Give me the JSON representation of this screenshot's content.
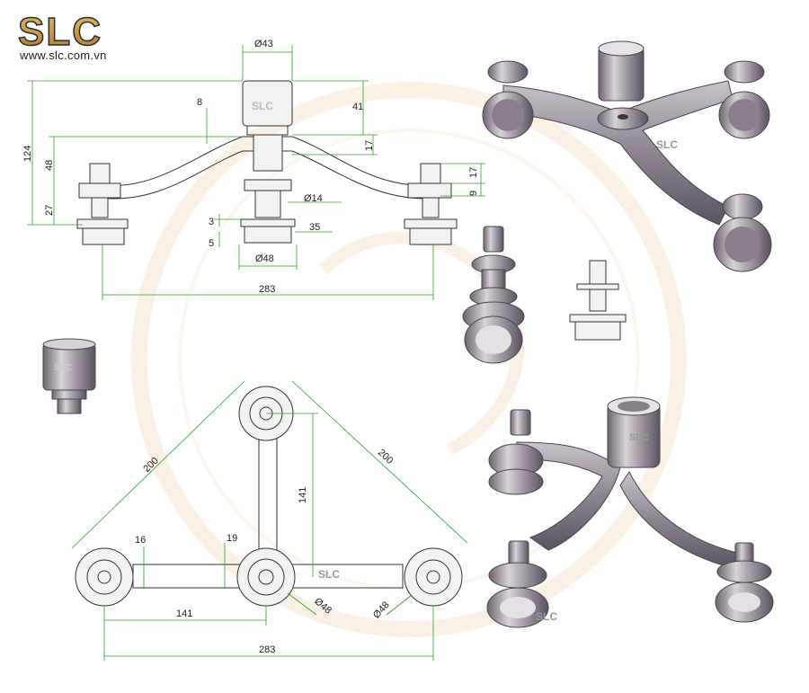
{
  "brand": {
    "logo_text": "SLC",
    "website": "www.slc.com.vn",
    "watermark_text": "SLC",
    "colors": {
      "logo_fill": "#c9a05a",
      "logo_stroke": "#2b2b2b",
      "dimension_lines": "#2ca02c",
      "watermark": "#f3d9b8"
    }
  },
  "front_view": {
    "dimensions": {
      "top_diameter": "Ø43",
      "height_41": "41",
      "offset_8": "8",
      "total_height": "124",
      "height_48": "48",
      "height_27": "27",
      "height_17_right": "17",
      "height_17_arm": "17",
      "height_9": "9",
      "bolt_diameter": "Ø14",
      "washer_3": "3",
      "washer_5": "5",
      "washer_35": "35",
      "base_diameter": "Ø48",
      "span": "283"
    }
  },
  "plan_view": {
    "dimensions": {
      "diagonal_left": "200",
      "diagonal_right": "200",
      "vertical_141": "141",
      "arm_16": "16",
      "arm_19": "19",
      "horizontal_141": "141",
      "hub_diameter": "Ø48",
      "right_diameter": "Ø48",
      "span": "283"
    }
  }
}
